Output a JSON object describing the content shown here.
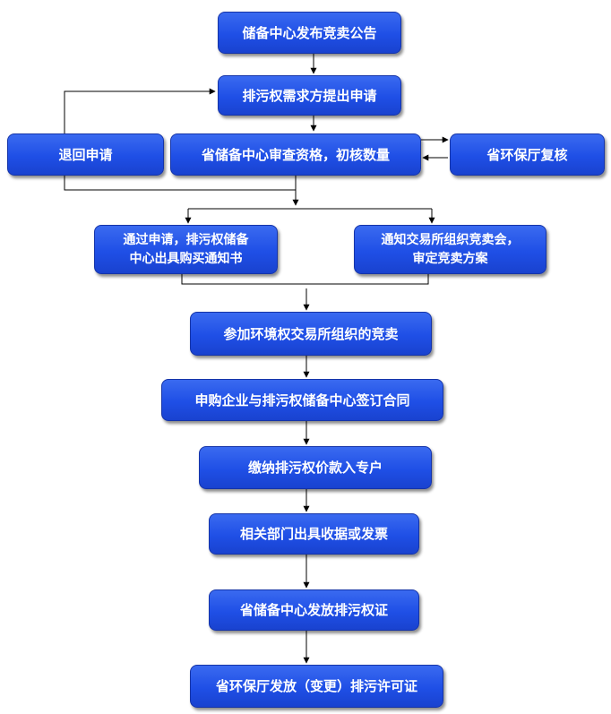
{
  "flowchart": {
    "steps": {
      "announcement": "储备中心发布竞卖公告",
      "apply": "排污权需求方提出申请",
      "review": "省储备中心审查资格，初核数量",
      "return": "退回申请",
      "recheck": "省环保厅复核",
      "approve": "通过申请，排污权储备中心出具购买通知书",
      "notify_exchange": "通知交易所组织竞卖会，审定竞卖方案",
      "join_auction": "参加环境权交易所组织的竞卖",
      "sign_contract": "申购企业与排污权储备中心签订合同",
      "pay": "缴纳排污权价款入专户",
      "receipt": "相关部门出具收据或发票",
      "issue_certificate": "省储备中心发放排污权证",
      "issue_permit": "省环保厅发放（变更）排污许可证"
    },
    "colors": {
      "box_fill": "#1f4fe6",
      "box_border": "#1534a8",
      "text": "#ffffff",
      "connector": "#000000"
    }
  }
}
